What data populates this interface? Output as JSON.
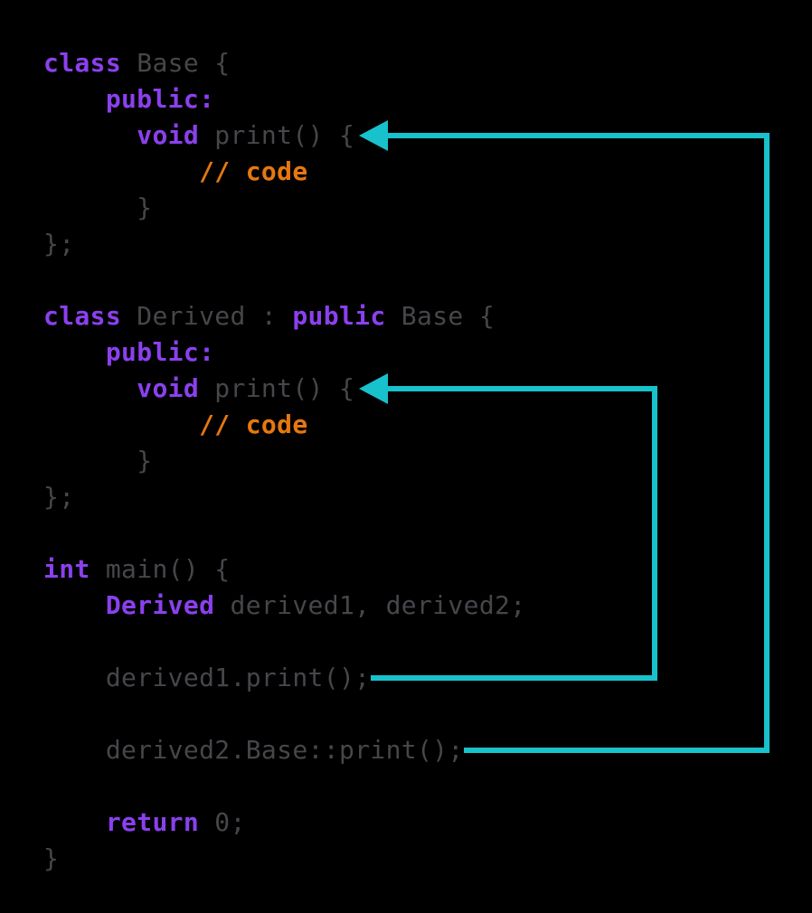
{
  "colors": {
    "background": "#000000",
    "keyword": "#8b40ee",
    "type": "#8b40ee",
    "plain": "#46464b",
    "comment": "#e6780f",
    "arrow": "#18c2cc"
  },
  "code": {
    "language": "cpp",
    "lines": [
      {
        "segments": [
          {
            "style": "keyword",
            "text": "class"
          },
          {
            "style": "plain",
            "text": " Base {"
          }
        ]
      },
      {
        "segments": [
          {
            "style": "plain",
            "text": "    "
          },
          {
            "style": "keyword",
            "text": "public:"
          }
        ]
      },
      {
        "segments": [
          {
            "style": "plain",
            "text": "      "
          },
          {
            "style": "keyword",
            "text": "void"
          },
          {
            "style": "plain",
            "text": " print() {"
          }
        ]
      },
      {
        "segments": [
          {
            "style": "plain",
            "text": "          "
          },
          {
            "style": "comment",
            "text": "// code"
          }
        ]
      },
      {
        "segments": [
          {
            "style": "plain",
            "text": "      }"
          }
        ]
      },
      {
        "segments": [
          {
            "style": "plain",
            "text": "};"
          }
        ]
      },
      {
        "segments": []
      },
      {
        "segments": [
          {
            "style": "keyword",
            "text": "class"
          },
          {
            "style": "plain",
            "text": " Derived : "
          },
          {
            "style": "keyword",
            "text": "public"
          },
          {
            "style": "plain",
            "text": " Base {"
          }
        ]
      },
      {
        "segments": [
          {
            "style": "plain",
            "text": "    "
          },
          {
            "style": "keyword",
            "text": "public:"
          }
        ]
      },
      {
        "segments": [
          {
            "style": "plain",
            "text": "      "
          },
          {
            "style": "keyword",
            "text": "void"
          },
          {
            "style": "plain",
            "text": " print() {"
          }
        ]
      },
      {
        "segments": [
          {
            "style": "plain",
            "text": "          "
          },
          {
            "style": "comment",
            "text": "// code"
          }
        ]
      },
      {
        "segments": [
          {
            "style": "plain",
            "text": "      }"
          }
        ]
      },
      {
        "segments": [
          {
            "style": "plain",
            "text": "};"
          }
        ]
      },
      {
        "segments": []
      },
      {
        "segments": [
          {
            "style": "keyword",
            "text": "int"
          },
          {
            "style": "plain",
            "text": " main() {"
          }
        ]
      },
      {
        "segments": [
          {
            "style": "plain",
            "text": "    "
          },
          {
            "style": "type",
            "text": "Derived"
          },
          {
            "style": "plain",
            "text": " derived1, derived2;"
          }
        ]
      },
      {
        "segments": []
      },
      {
        "segments": [
          {
            "style": "plain",
            "text": "    derived1.print();"
          }
        ]
      },
      {
        "segments": []
      },
      {
        "segments": [
          {
            "style": "plain",
            "text": "    derived2.Base::print();"
          }
        ]
      },
      {
        "segments": []
      },
      {
        "segments": [
          {
            "style": "plain",
            "text": "    "
          },
          {
            "style": "keyword",
            "text": "return"
          },
          {
            "style": "plain",
            "text": " 0;"
          }
        ]
      },
      {
        "segments": [
          {
            "style": "plain",
            "text": "}"
          }
        ]
      }
    ]
  },
  "annotations": {
    "arrows": [
      {
        "name": "derived1-print-call",
        "from": "derived1.print();",
        "to": "void print() { in class Derived"
      },
      {
        "name": "derived2-base-print-call",
        "from": "derived2.Base::print();",
        "to": "void print() { in class Base"
      }
    ]
  }
}
